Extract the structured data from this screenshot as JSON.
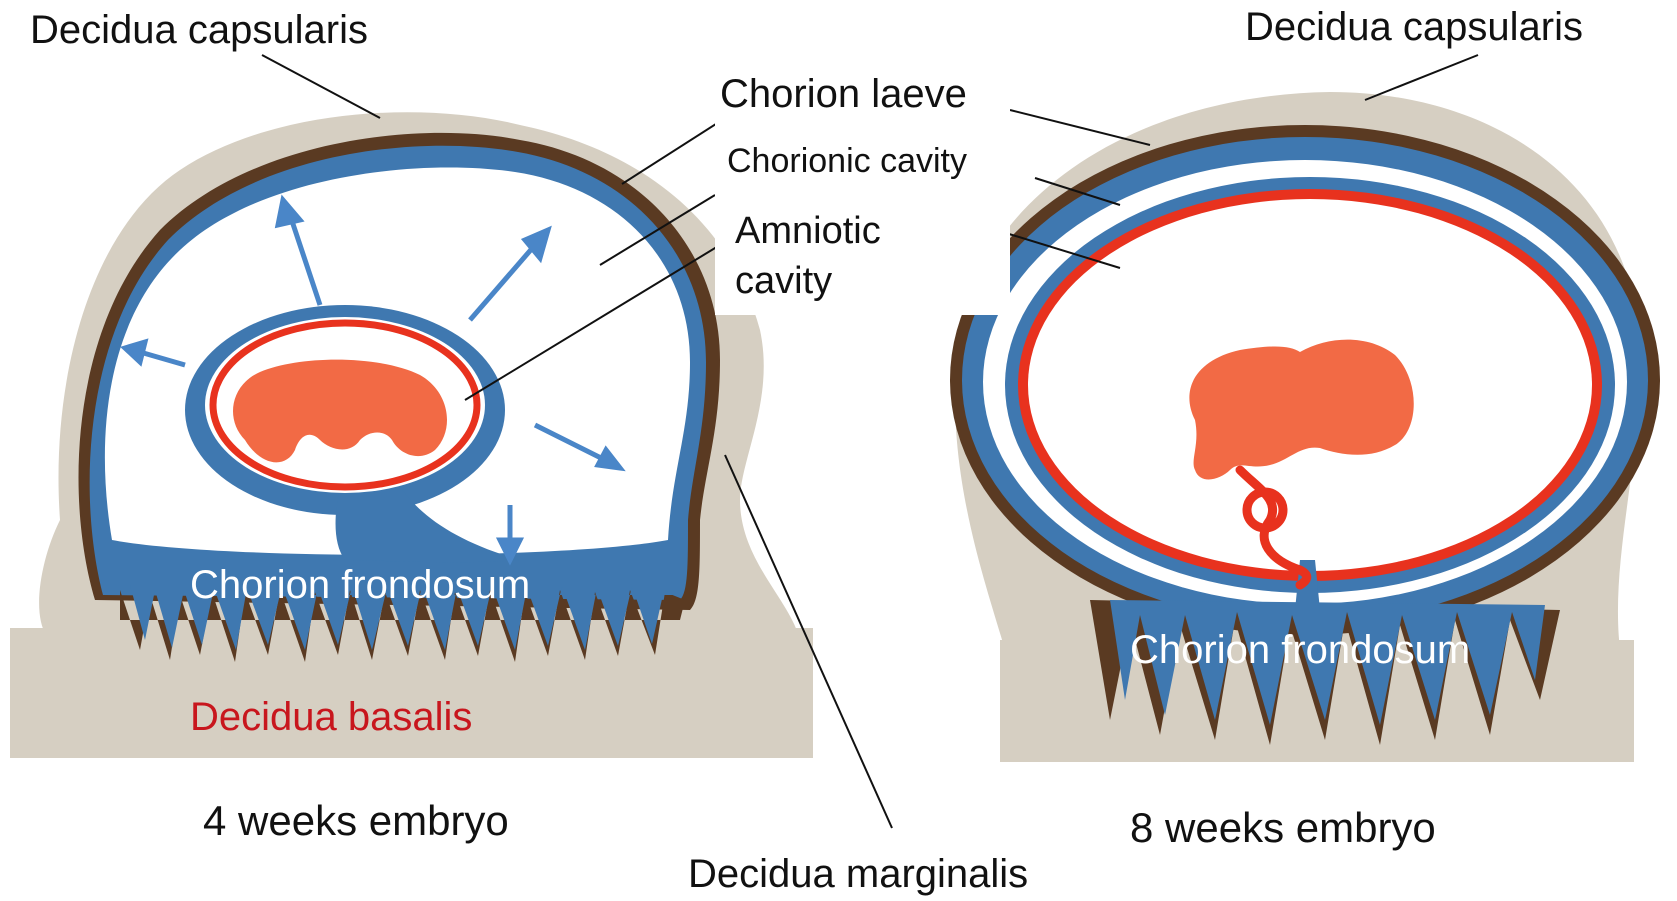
{
  "colors": {
    "decidua": "#d6cfc2",
    "decidua_edge": "#c9c0b1",
    "chorion_brown": "#5a3a22",
    "chorion_blue": "#3f78b0",
    "amnion_red": "#e8321e",
    "embryo": "#f26a45",
    "arrow_blue": "#4a86c8",
    "background": "#ffffff"
  },
  "labels": {
    "decidua_capsularis_left": "Decidua capsularis",
    "decidua_capsularis_right": "Decidua capsularis",
    "chorion_laeve": "Chorion laeve",
    "chorionic_cavity": "Chorionic cavity",
    "amniotic_cavity_line1": "Amniotic",
    "amniotic_cavity_line2": "cavity",
    "chorion_frondosum_left": "Chorion frondosum",
    "chorion_frondosum_right": "Chorion frondosum",
    "decidua_basalis": "Decidua basalis",
    "decidua_marginalis": "Decidua marginalis"
  },
  "captions": {
    "left": "4 weeks embryo",
    "right": "8 weeks embryo"
  }
}
